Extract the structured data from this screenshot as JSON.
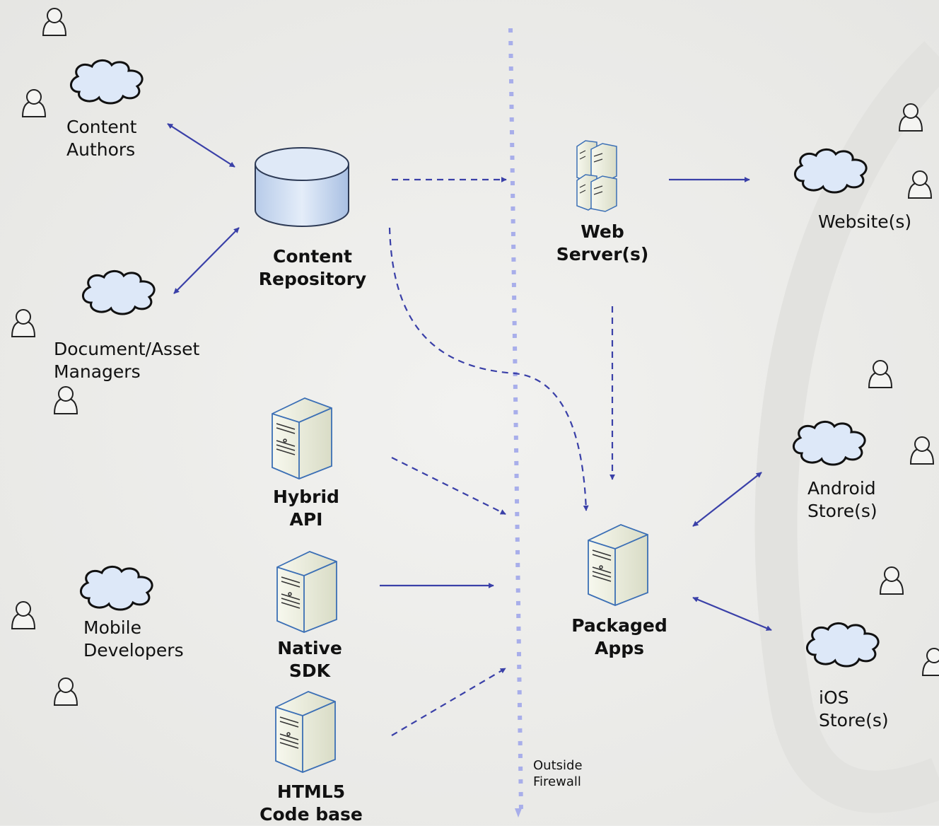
{
  "labels": {
    "content_authors": "Content\nAuthors",
    "content_repository": "Content\nRepository",
    "document_managers": "Document/Asset\nManagers",
    "web_servers": "Web\nServer(s)",
    "websites": "Website(s)",
    "hybrid_api": "Hybrid\nAPI",
    "native_sdk": "Native\nSDK",
    "html5": "HTML5\nCode base",
    "mobile_developers": "Mobile\nDevelopers",
    "packaged_apps": "Packaged\nApps",
    "android_store": "Android\nStore(s)",
    "ios_store": "iOS\nStore(s)",
    "outside_firewall": "Outside\nFirewall"
  },
  "colors": {
    "arrow": "#3a40a8",
    "firewall": "#a8aeea",
    "cloud_fill": "#dde8f8",
    "cloud_stroke": "#111111",
    "db_fill": "#c8d8ef",
    "server_fill": "#eef0e2",
    "server_stroke": "#3b6fb5"
  }
}
